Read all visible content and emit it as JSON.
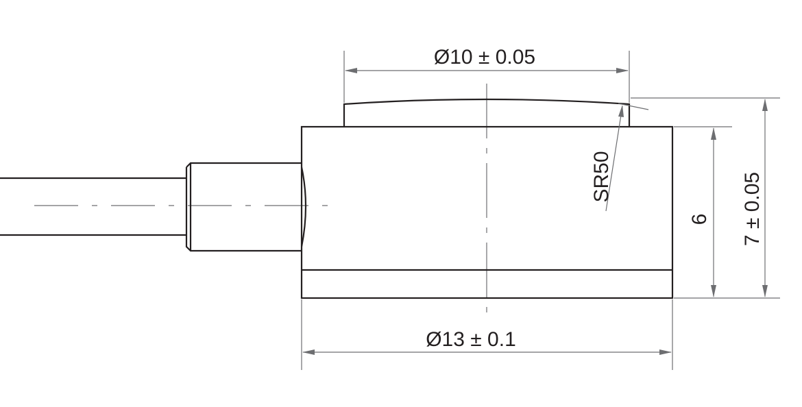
{
  "dimensions": {
    "top_diameter": "Ø10 ± 0.05",
    "bottom_diameter": "Ø13 ± 0.1",
    "body_height": "6",
    "total_height": "7 ± 0.05",
    "dome_radius": "SR50"
  },
  "colors": {
    "outline": "#231f20",
    "dimension_line": "#6d6e71",
    "background": "#ffffff"
  }
}
